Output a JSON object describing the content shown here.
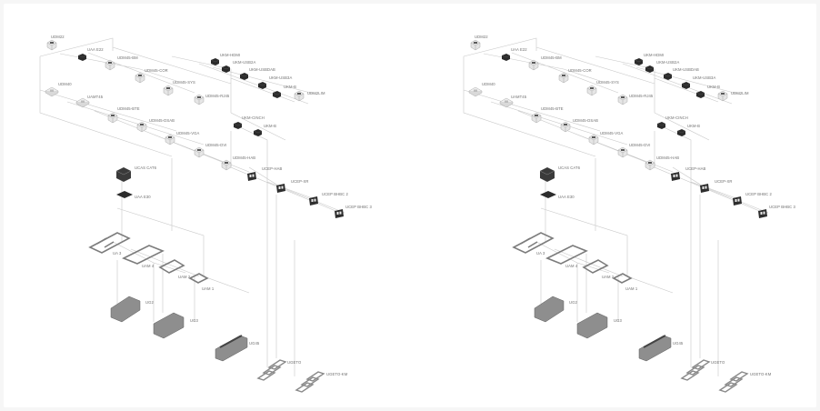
{
  "diagram": {
    "labels": {
      "udm22": "UDM22",
      "uaa_e22_top": "UAA E22",
      "udm45_bm": "UDM45-BM",
      "udm45_cor": "UDM45-COR",
      "udm45_sys": "UDM45-SYS",
      "udm45_rj45": "UDM45-RJ45",
      "ukm_hdmi": "UKM-HDMI",
      "ukm_usb2a": "UKM-USB2A",
      "ukm_usbdab": "UKM-USBDAB",
      "ukm_usb3a": "UKM-USB3A",
      "ukm_b": "UKM-B",
      "udm2lim": "UDM2LIM",
      "udm40": "UDM40",
      "uamt45": "UAMT45",
      "udm45_bte": "UDM45-BTE",
      "udm45_dsab": "UDM45-DSAB",
      "ukm_cinch": "UKM-CINCH",
      "ukm_b2": "UKM-B",
      "udm45_vga": "UDM45-VGA",
      "udm45_dvi": "UDM45-DVI",
      "udm45_hab": "UDM45-HAB",
      "ucep_hab": "UCEP-HAB",
      "ucep_xr": "UCEP-XR",
      "ucep_bhbc2": "UCEP BHBC 2",
      "ucep_bhbc3": "UCEP BHBC 3",
      "ucas_cat6": "UCAS CAT6",
      "uaa_e30": "UAA E30",
      "ua3": "UA 3",
      "uam4": "UAM 4",
      "uam2": "UAM 2",
      "uam1": "UAM 1",
      "ug2": "UG2",
      "ug3": "UG3",
      "ug45": "UG45",
      "ugeto": "UGETO",
      "ugeto_km": "UGETO-KM"
    }
  }
}
